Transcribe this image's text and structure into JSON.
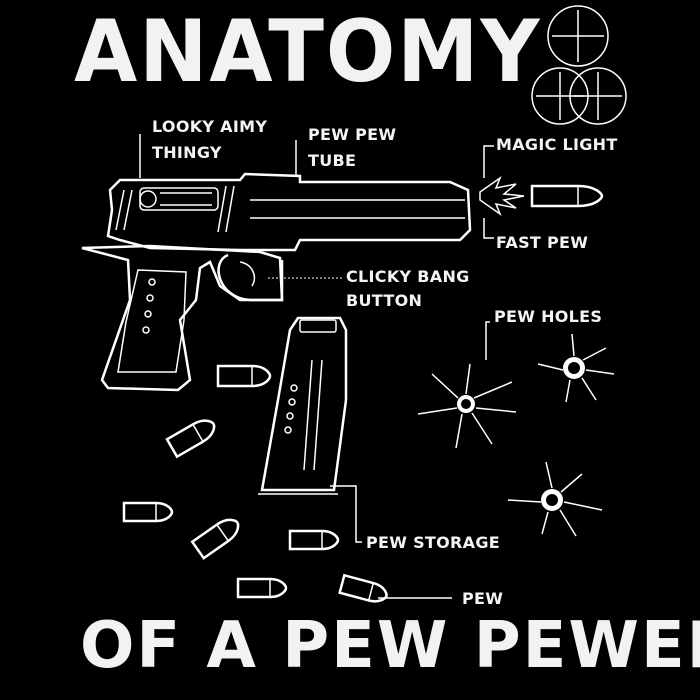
{
  "title_top": "ANATOMY",
  "title_bottom": "OF A PEW PEWER",
  "labels": {
    "looky_line1": "LOOKY AIMY",
    "looky_line2": "THINGY",
    "pew_pew_line1": "PEW PEW",
    "pew_pew_line2": "TUBE",
    "magic_light": "MAGIC LIGHT",
    "fast_pew": "FAST PEW",
    "clicky_line1": "CLICKY BANG",
    "clicky_line2": "BUTTON",
    "pew_holes": "PEW HOLES",
    "pew_storage": "PEW STORAGE",
    "pew": "PEW"
  },
  "colors": {
    "background": "#000000",
    "ink": "#ffffff"
  },
  "icons": [
    "crosshair-circles-icon",
    "pistol-diagram",
    "muzzle-flash-icon",
    "bullet-icon",
    "bullet-hole-icon",
    "magazine-diagram"
  ]
}
